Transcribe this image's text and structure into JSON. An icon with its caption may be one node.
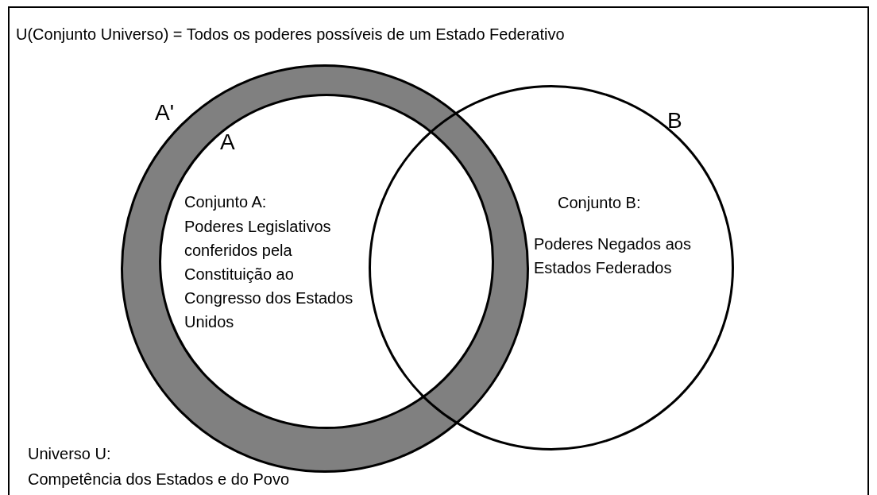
{
  "diagram": {
    "nodes": [
      {
        "text": [
          "U(Conjunto Universo) = Todos os poderes possíveis de um Estado Federativo",
          "Universo U:",
          "Competência dos Estados e do Povo"
        ]
      },
      {
        "text": [
          "A'"
        ],
        "in": 0
      },
      {
        "text": [
          "A",
          "Conjunto A:",
          "Poderes Legislativos conferidos pela Constituição ao Congresso dos Estados Unidos"
        ],
        "in": 1
      },
      {
        "text": [
          "B",
          "Conjunto B:",
          "Poderes Negados aos Estados Federados"
        ],
        "in": 0
      }
    ]
  }
}
